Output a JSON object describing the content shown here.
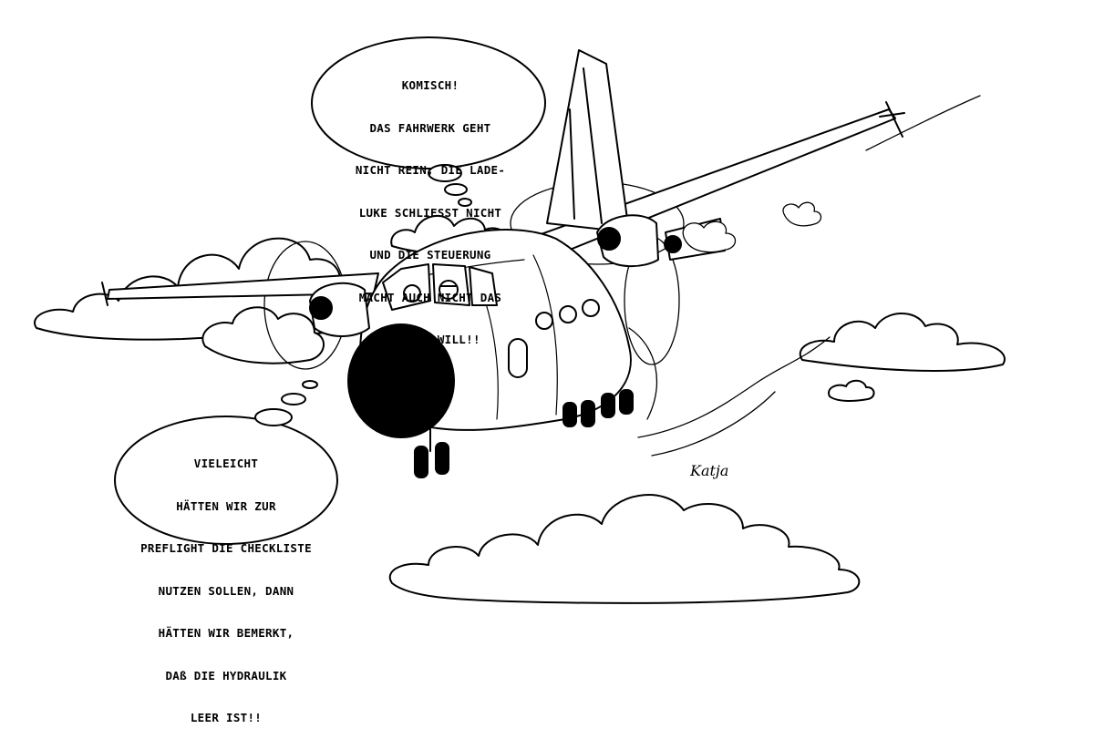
{
  "bubble_top": {
    "lines": [
      "KOMISCH!",
      "DAS FAHRWERK GEHT",
      "NICHT REIN, DIE LADE-",
      "LUKE SCHLIESST NICHT",
      "UND DIE STEUERUNG",
      "MACHT AUCH NICHT DAS",
      "WAS ICH WILL!!"
    ]
  },
  "bubble_bottom": {
    "lines": [
      "VIELEICHT",
      "HÄTTEN WIR ZUR",
      "PREFLIGHT DIE CHECKLISTE",
      "NUTZEN SOLLEN, DANN",
      "HÄTTEN WIR BEMERKT,",
      "DAß DIE HYDRAULIK",
      "LEER IST!!"
    ]
  },
  "signature": "Katja",
  "colors": {
    "ink": "#000000",
    "paper": "#ffffff"
  }
}
